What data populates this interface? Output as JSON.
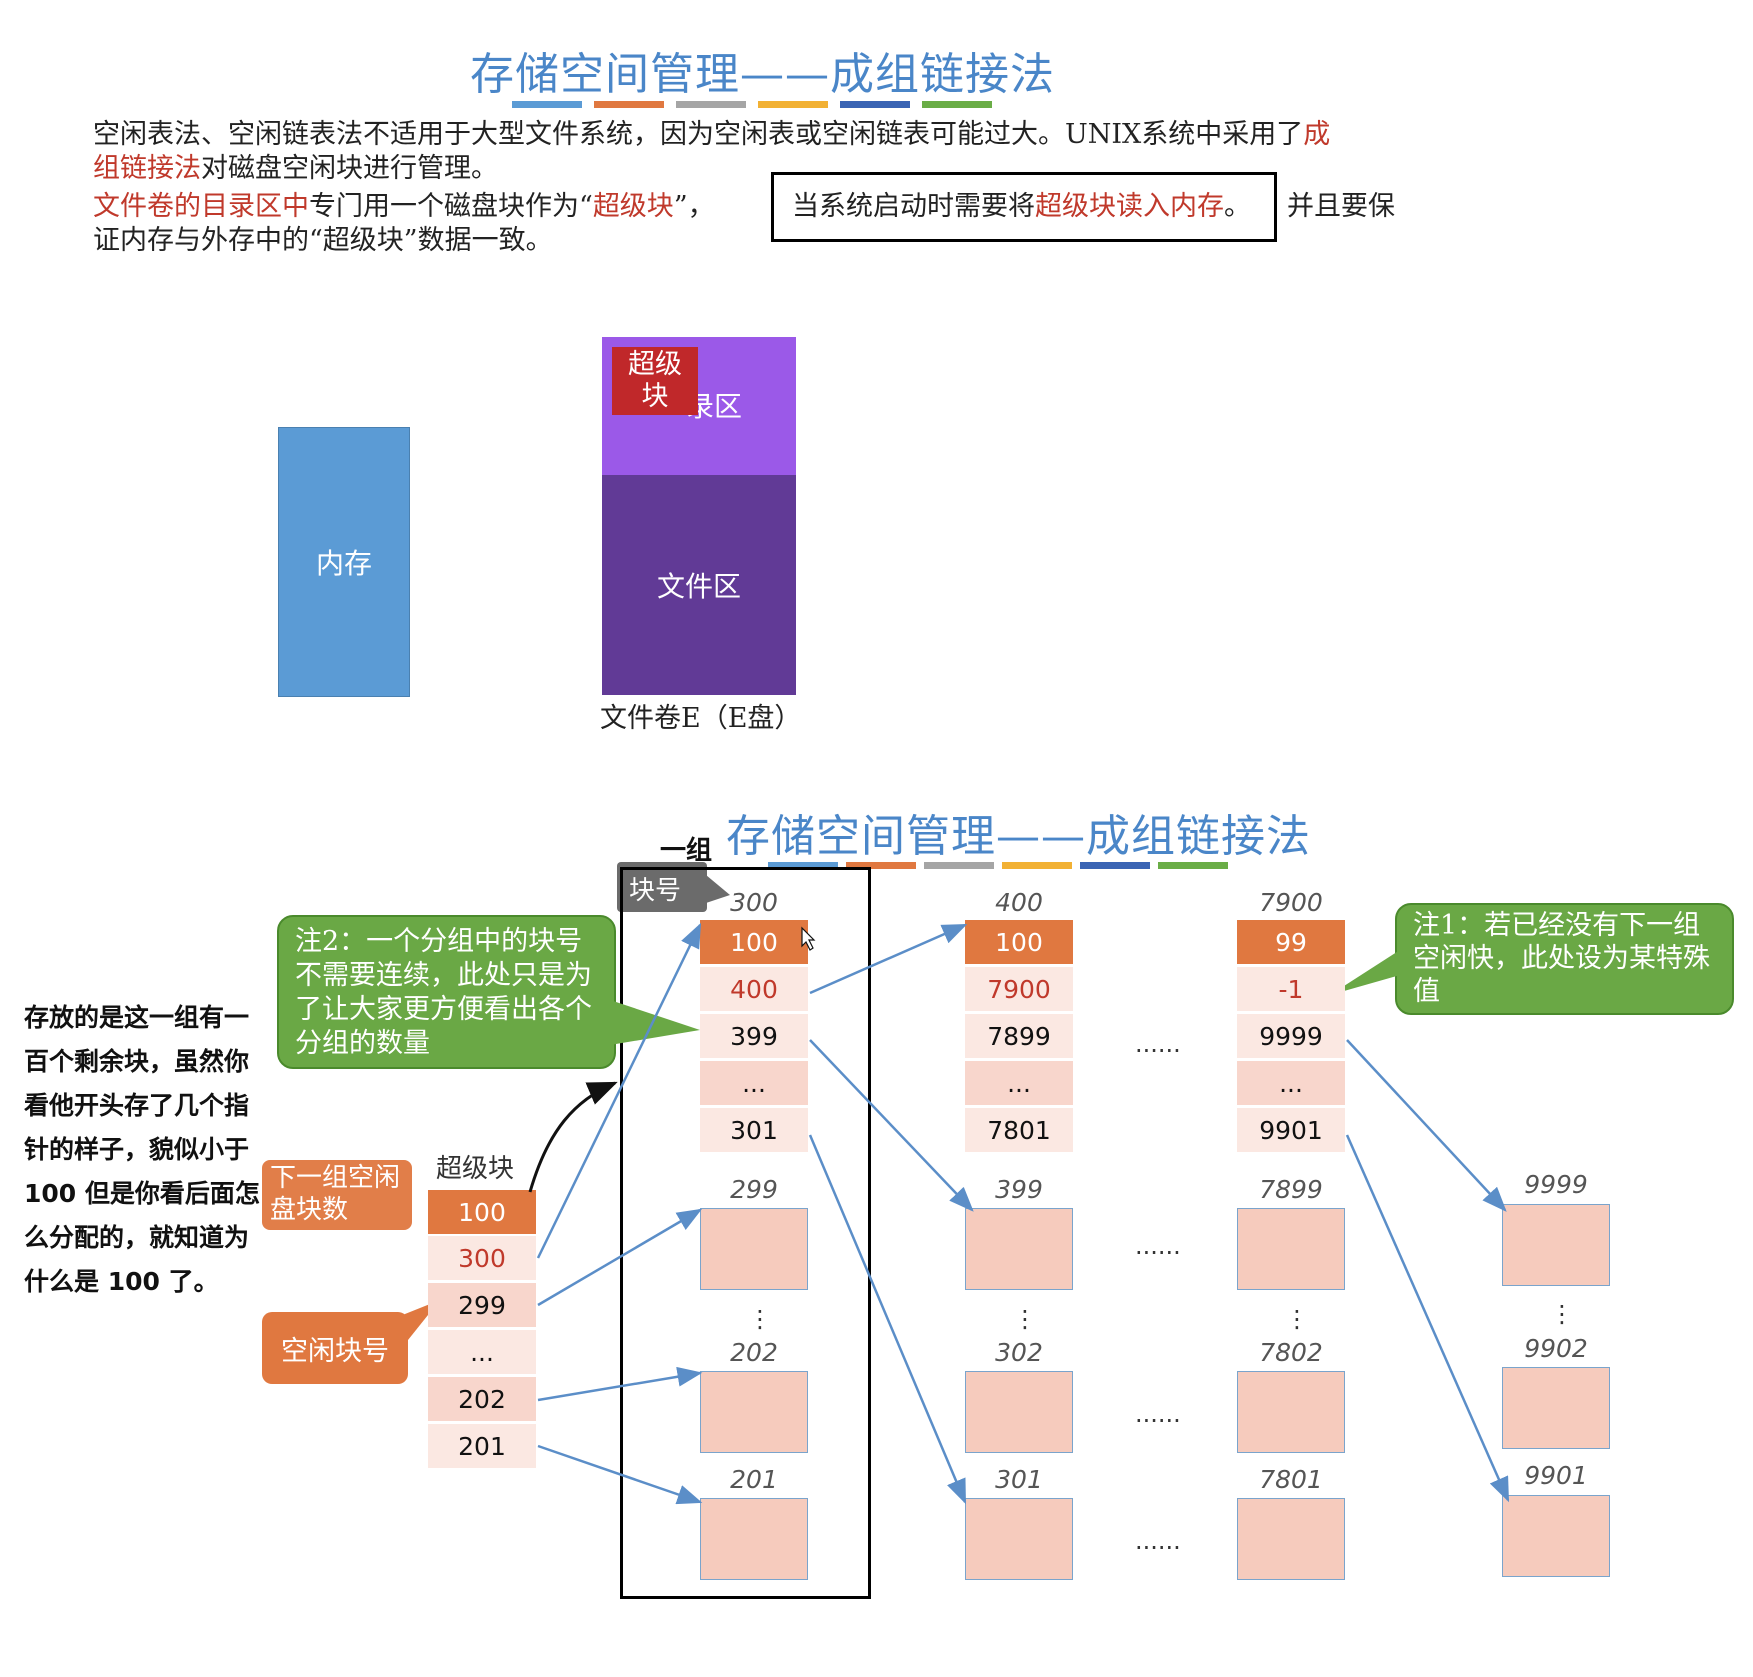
{
  "slide1": {
    "title": "存储空间管理——成组链接法",
    "bar_colors": [
      "#5b9bd5",
      "#e07840",
      "#a5a5a5",
      "#f2b134",
      "#3a64b4",
      "#6aad46"
    ],
    "para1_a": "空闲表法、空闲链表法不适用于大型文件系统，因为空闲表或空闲链表可能过大。UNIX系统中采用了",
    "para1_red1": "成",
    "para1_red2": "组链接法",
    "para1_b": "对磁盘空闲块进行管理。",
    "para2_red1": "文件卷的目录区中",
    "para2_a": "专门用一个磁盘块作为“",
    "para2_red2": "超级块",
    "para2_b": "”，",
    "para2_box_a": "当系统启动时需要将",
    "para2_box_red": "超级块读入内存",
    "para2_box_b": "。",
    "para2_c": "并且要保",
    "para2_d": "证内存与外存中的“超级块”数据一致。",
    "memory_label": "内存",
    "superblock_label": "超级块",
    "dir_area_partial": "录区",
    "file_area_label": "文件区",
    "volume_label": "文件卷E（E盘）"
  },
  "slide2": {
    "title": "存储空间管理——成组链接法",
    "group_label": "一组",
    "block_no_label": "块号",
    "note2": "注2：一个分组中的块号不需要连续，此处只是为了让大家更方便看出各个分组的数量",
    "note1": "注1：若已经没有下一组空闲快，此处设为某特殊值",
    "side_text": [
      "存放的是这一组有一",
      "百个剩余块，虽然你",
      "看他开头存了几个指",
      "针的样子，貌似小于",
      "100 但是你看后面怎",
      "么分配的，就知道为",
      "什么是 100 了。"
    ],
    "next_group_label": "下一组空闲盘块数",
    "free_block_label": "空闲块号",
    "superblock_title": "超级块",
    "superblock_cells": [
      "100",
      "300",
      "299",
      "...",
      "202",
      "201"
    ],
    "group1_head": "300",
    "group1_cells": [
      "100",
      "400",
      "399",
      "...",
      "301"
    ],
    "group2_head": "400",
    "group2_cells": [
      "100",
      "7900",
      "7899",
      "...",
      "7801"
    ],
    "group3_head": "7900",
    "group3_cells": [
      "99",
      "-1",
      "9999",
      "...",
      "9901"
    ],
    "ellipsis": "......",
    "vdots": "⋮",
    "col1_labels": [
      "299",
      "202",
      "201"
    ],
    "col2_labels": [
      "399",
      "302",
      "301"
    ],
    "col3_labels": [
      "7899",
      "7802",
      "7801"
    ],
    "col4_labels": [
      "9999",
      "9902",
      "9901"
    ]
  }
}
